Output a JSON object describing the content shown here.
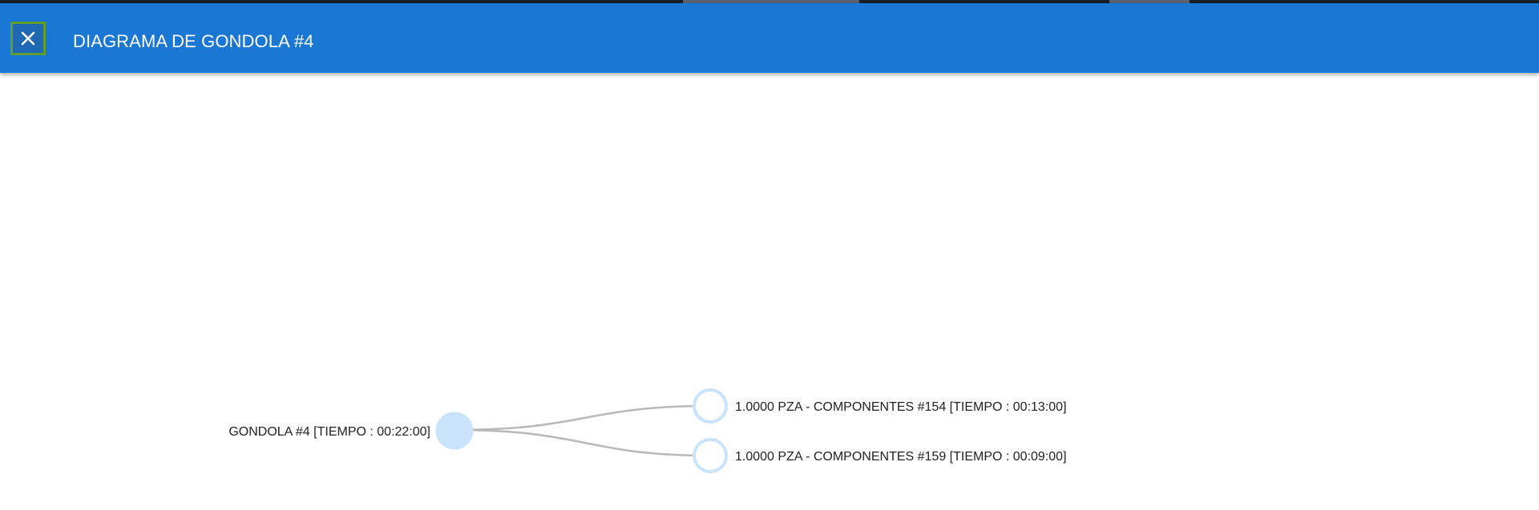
{
  "dialog": {
    "title": "DIAGRAMA DE GONDOLA #4",
    "close_icon": "close-icon"
  },
  "colors": {
    "app_bar": "#1a77d4",
    "node_fill": "#c9e3fb",
    "node_stroke": "#c9e3fb",
    "link": "#b8b8b8",
    "focus_ring": "#5f9e2e"
  },
  "tree": {
    "root": {
      "label": "GONDOLA #4 [TIEMPO : 00:22:00]",
      "collapsed": true
    },
    "children": [
      {
        "label": "1.0000 PZA - COMPONENTES #154 [TIEMPO : 00:13:00]",
        "collapsed": false
      },
      {
        "label": "1.0000 PZA - COMPONENTES #159 [TIEMPO : 00:09:00]",
        "collapsed": false
      }
    ]
  }
}
